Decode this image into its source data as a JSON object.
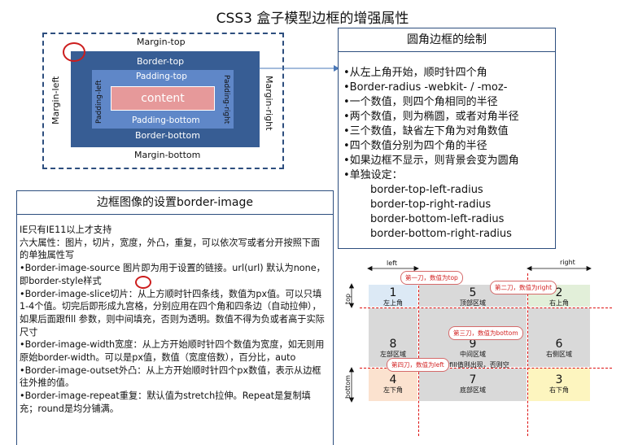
{
  "title": "CSS3 盒子模型边框的增强属性",
  "box_model": {
    "margin_top": "Margin-top",
    "margin_bottom": "Margin-bottom",
    "margin_left": "Margin-left",
    "margin_right": "Margin-right",
    "border_top": "Border-top",
    "border_bottom": "Border-bottom",
    "padding_top": "Padding-top",
    "padding_bottom": "Padding-bottom",
    "padding_left": "Padding-left",
    "padding_right": "Padding-right",
    "content": "content"
  },
  "rounded_panel": {
    "title": "圆角边框的绘制",
    "lines": [
      "•从左上角开始，顺时针四个角",
      "•Border-radius  -webkit- / -moz-",
      "•一个数值，则四个角相同的半径",
      "•两个数值，则为椭圆，或者对角半径",
      "•三个数值，缺省左下角为对角数值",
      "•四个数值分别为四个角的半径",
      "•如果边框不显示，则背景会变为圆角",
      "•单独设定："
    ],
    "sub_lines": [
      "border-top-left-radius",
      "border-top-right-radius",
      "border-bottom-left-radius",
      "border-bottom-right-radius"
    ]
  },
  "border_image_panel": {
    "title": "边框图像的设置border-image",
    "paragraphs": [
      "IE只有IE11以上才支持",
      "六大属性：图片，切片，宽度，外凸，重复，可以依次写或者分开按照下面的单独属性写",
      "•Border-image-source 图片即为用于设置的链接。url(url) 默认为none，即border-style样式",
      "•Border-image-slice切片：从上方顺时针四条线，数值为px值。可以只填1-4个值。切完后即形成九宫格，分别应用在四个角和四条边（自动拉伸），如果后面跟fill 参数，则中间填充，否则为透明。数值不得为负或者高于实际尺寸",
      "•Border-image-width宽度：从上方开始顺时针四个数值为宽度，如无则用原始border-width。可以是px值，数值（宽度倍数），百分比，auto",
      "•Border-image-outset外凸：从上方开始顺时针四个px数值，表示从边框往外推的值。",
      "•Border-image-repeat重复：默认值为stretch拉伸。Repeat是复制填充；round是均分铺满。"
    ]
  },
  "slice_figure": {
    "left_label": "left",
    "right_label": "right",
    "top_label": "top",
    "bottom_label": "bottom",
    "cells": [
      {
        "num": "1",
        "name": "左上角",
        "color": "#dce9f5"
      },
      {
        "num": "5",
        "name": "顶部区域",
        "color": "#d9d9d9"
      },
      {
        "num": "2",
        "name": "右上角",
        "color": "#e2efd9"
      },
      {
        "num": "8",
        "name": "左部区域",
        "color": "#d9d9d9"
      },
      {
        "num": "9",
        "name": "中间区域",
        "color": "#d9d9d9"
      },
      {
        "num": "6",
        "name": "右侧区域",
        "color": "#d9d9d9"
      },
      {
        "num": "4",
        "name": "左下角",
        "color": "#fbe2cf"
      },
      {
        "num": "7",
        "name": "底部区域",
        "color": "#d9d9d9"
      },
      {
        "num": "3",
        "name": "右下角",
        "color": "#fdf5bf"
      }
    ],
    "middle_note": "指定fill值则出现，否则空",
    "callouts": {
      "top": "第一刀，数值为top",
      "right": "第二刀，数值为right",
      "bottom": "第三刀，数值为bottom",
      "left": "第四刀，数值为left"
    }
  },
  "colors": {
    "frame": "#2d4e7e",
    "border_area": "#375d94",
    "padding_area": "#5f87c8",
    "content_area": "#e6999a",
    "accent_red": "#cc1d1d"
  }
}
